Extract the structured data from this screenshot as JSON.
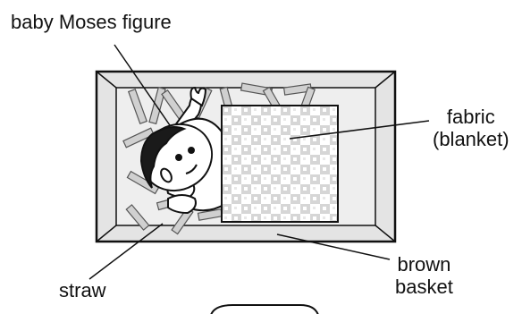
{
  "labels": {
    "baby": "baby Moses figure",
    "fabric_line1": "fabric",
    "fabric_line2": "(blanket)",
    "straw": "straw",
    "basket_line1": "brown",
    "basket_line2": "basket"
  },
  "colors": {
    "basket_fill": "#e4e4e4",
    "outline": "#111111",
    "straw_fill": "#cfcfcf",
    "blanket_fill": "#ffffff",
    "blanket_pattern": "#d6d6d6"
  }
}
